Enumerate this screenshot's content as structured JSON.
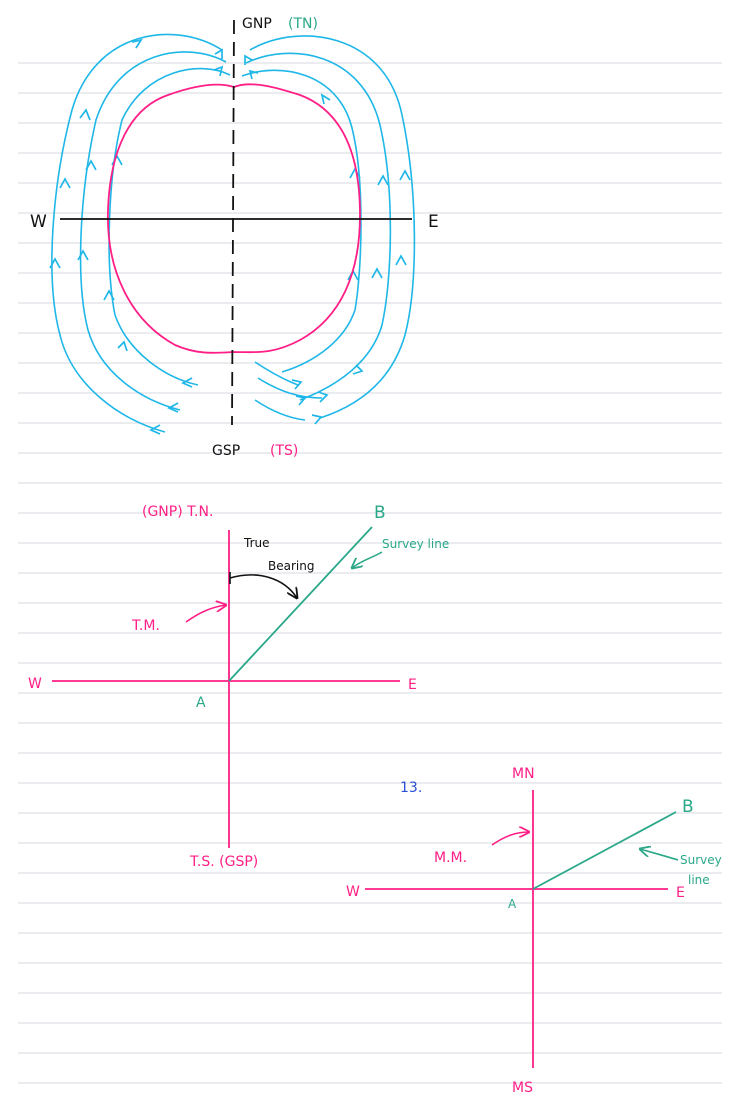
{
  "colors": {
    "paper": "#ffffff",
    "ruled_line": "#d4d9e2",
    "ink_black": "#111111",
    "ink_magenta": "#ff1f86",
    "ink_cyan": "#1fb7e8",
    "ink_teal": "#2aa889",
    "ink_blue": "#2a4fd8"
  },
  "figure1": {
    "north_label": "GNP",
    "north_label_paren": "(TN)",
    "south_label": "GSP",
    "south_label_paren": "(TS)",
    "west_label": "W",
    "east_label": "E"
  },
  "figure2": {
    "north_label": "(GNP) T.N.",
    "south_label": "T.S. (GSP)",
    "west_label": "W",
    "east_label": "E",
    "origin_label": "A",
    "end_label": "B",
    "survey_line_label": "Survey line",
    "bearing_label_1": "True",
    "bearing_label_2": "Bearing",
    "meridian_label": "T.M."
  },
  "figure3": {
    "number_label": "13.",
    "north_label": "MN",
    "south_label": "MS",
    "west_label": "W",
    "east_label": "E",
    "origin_label": "A",
    "end_label": "B",
    "survey_line_label_1": "Survey",
    "survey_line_label_2": "line",
    "meridian_label": "M.M."
  }
}
